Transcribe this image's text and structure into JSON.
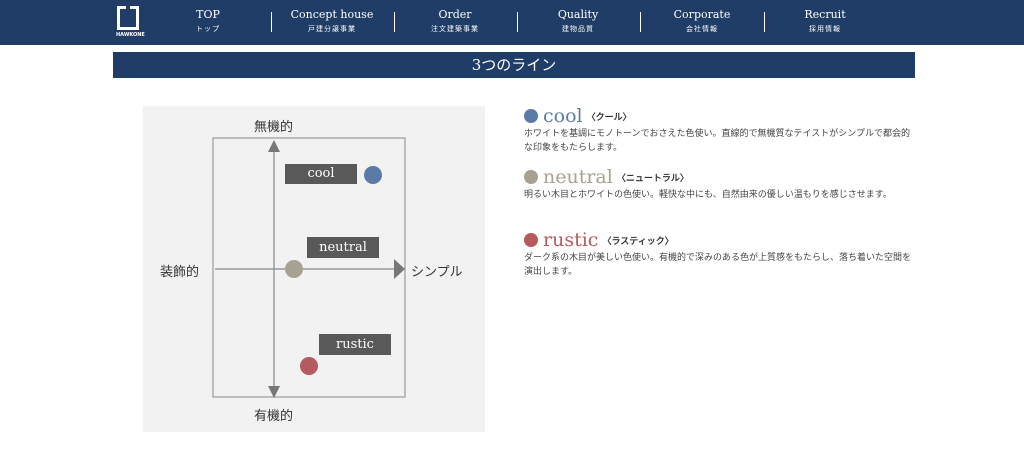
{
  "header": {
    "logo_text": "HAWKONE",
    "nav": [
      {
        "en": "TOP",
        "jp": "トップ"
      },
      {
        "en": "Concept house",
        "jp": "戸建分譲事業"
      },
      {
        "en": "Order",
        "jp": "注文建築事業"
      },
      {
        "en": "Quality",
        "jp": "建物品質"
      },
      {
        "en": "Corporate",
        "jp": "会社情報"
      },
      {
        "en": "Recruit",
        "jp": "採用情報"
      }
    ]
  },
  "title": "3つのライン",
  "diagram": {
    "top": "無機的",
    "bottom": "有機的",
    "left": "装飾的",
    "right": "シンプル",
    "labels": {
      "cool": "cool",
      "neutral": "neutral",
      "rustic": "rustic"
    }
  },
  "colors": {
    "navy": "#1f3d66",
    "cool": "#5b7aa5",
    "neutral": "#a8a192",
    "rustic": "#b55a5e"
  },
  "lines": [
    {
      "name": "cool",
      "kana": "〈クール〉",
      "text": "ホワイトを基調にモノトーンでおさえた色使い。直線的で無機質なテイストがシンプルで都会的な印象をもたらします。"
    },
    {
      "name": "neutral",
      "kana": "〈ニュートラル〉",
      "text": "明るい木目とホワイトの色使い。軽快な中にも、自然由来の優しい温もりを感じさせます。"
    },
    {
      "name": "rustic",
      "kana": "〈ラスティック〉",
      "text": "ダーク系の木目が美しい色使い。有機的で深みのある色が上質感をもたらし、落ち着いた空間を演出します。"
    }
  ]
}
